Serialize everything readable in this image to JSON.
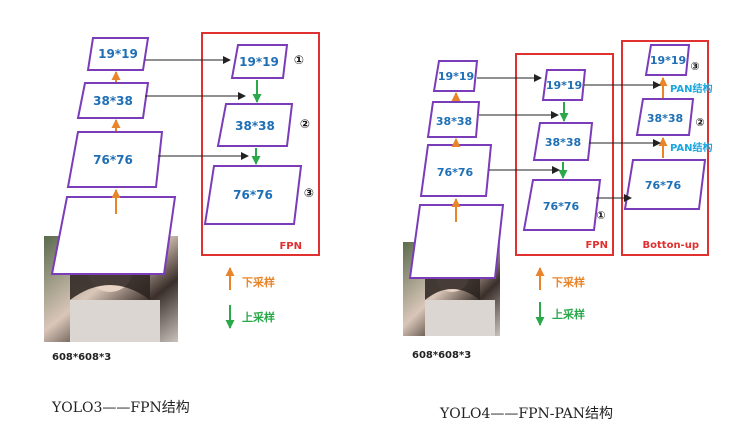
{
  "colors": {
    "up": "#e8852a",
    "down": "#2aa84a",
    "border": "#7a3cb8",
    "box": "#e03030",
    "text": "#1f6fb5",
    "pan": "#1aa7e0"
  },
  "left": {
    "levels": [
      "19*19",
      "38*38",
      "76*76"
    ],
    "fpn_levels": [
      "19*19",
      "38*38",
      "76*76"
    ],
    "fpn_markers": [
      "①",
      "②",
      "③"
    ],
    "box_label": "FPN",
    "input_dims": "608*608*3",
    "caption": "YOLO3——FPN结构",
    "legend_up": "下采样",
    "legend_down": "上采样"
  },
  "right": {
    "levels": [
      "19*19",
      "38*38",
      "76*76"
    ],
    "fpn_levels": [
      "19*19",
      "38*38",
      "76*76"
    ],
    "fpn_marker": "①",
    "pan_levels": [
      "19*19",
      "38*38",
      "76*76"
    ],
    "pan_markers": [
      "③",
      "②"
    ],
    "pan_labels": [
      "PAN结构",
      "PAN结构"
    ],
    "fpn_box_label": "FPN",
    "pan_box_label": "Botton-up",
    "input_dims": "608*608*3",
    "caption": "YOLO4——FPN-PAN结构",
    "legend_up": "下采样",
    "legend_down": "上采样"
  }
}
